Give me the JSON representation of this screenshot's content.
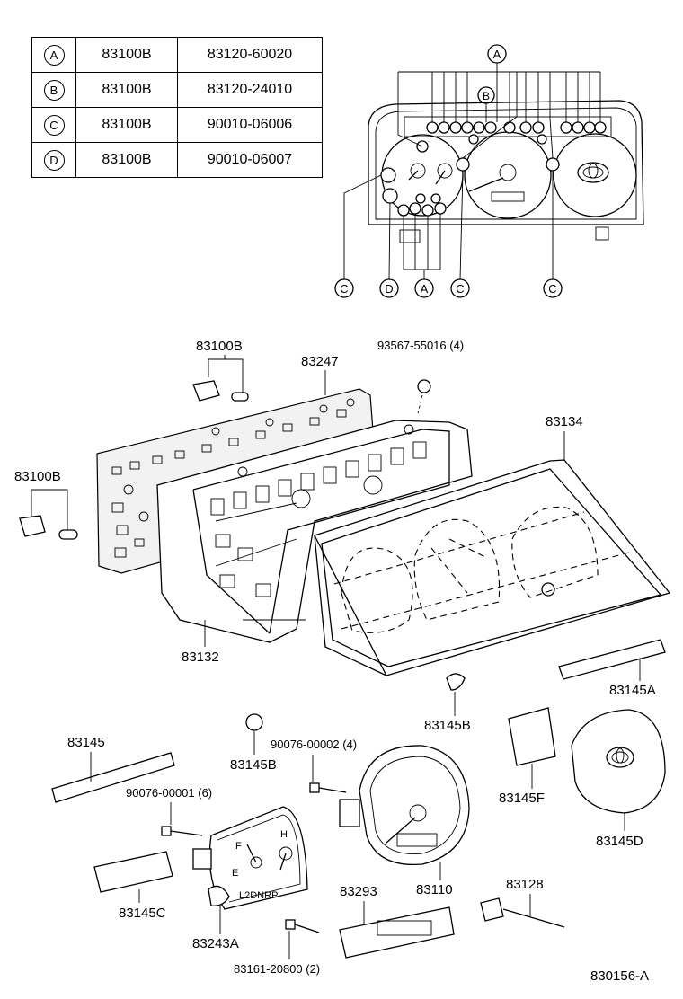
{
  "legend": {
    "rows": [
      {
        "key": "A",
        "part": "83100B",
        "number": "83120-60020"
      },
      {
        "key": "B",
        "part": "83100B",
        "number": "83120-24010"
      },
      {
        "key": "C",
        "part": "83100B",
        "number": "90010-06006"
      },
      {
        "key": "D",
        "part": "83100B",
        "number": "90010-06007"
      }
    ]
  },
  "callouts": {
    "top_a": "A",
    "top_b": "B",
    "bottom": [
      "C",
      "D",
      "A",
      "C",
      "C"
    ]
  },
  "labels": {
    "bulb_top": "83100B",
    "bulb_left": "83100B",
    "board": "83247",
    "screw_top": "93567-55016 (4)",
    "lens": "83134",
    "housing": "83132",
    "plate_right": "83145A",
    "cap_mid": "83145B",
    "plate_left": "83145",
    "cap_left": "83145B",
    "screw_gauge": "90076-00002 (4)",
    "screw_left": "90076-00001 (6)",
    "plate_f": "83145F",
    "plate_d": "83145D",
    "speedometer": "83110",
    "cover_c": "83145C",
    "fuel_gauge": "83243A",
    "clock": "83293",
    "trip_knob": "83128",
    "screw_bottom": "83161-20800 (2)",
    "figure_id": "830156-A"
  },
  "gauge_text": {
    "shift_indicator": "L2DNRP"
  }
}
